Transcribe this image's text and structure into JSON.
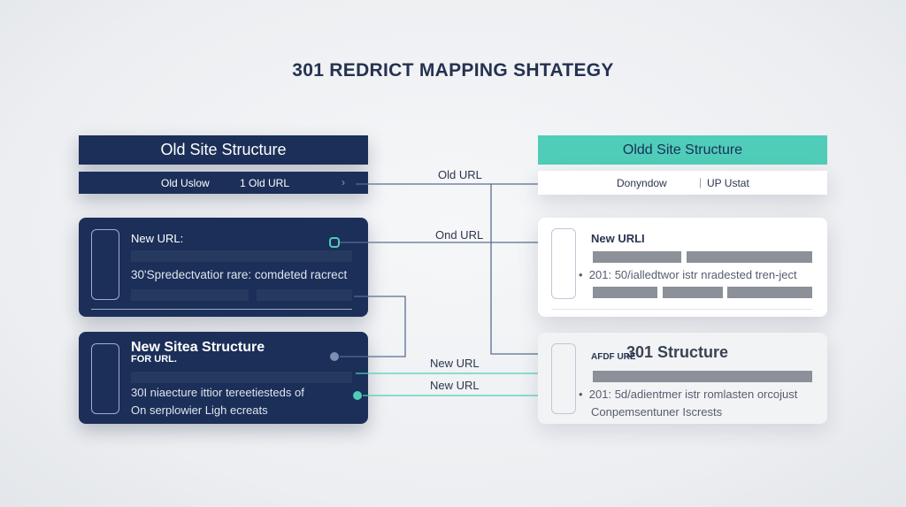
{
  "title": "301 REDRICT MAPPING SHTATEGY",
  "left": {
    "header": "Old Site Structure",
    "row": {
      "a": "Old Uslow",
      "b": "1 Old URL"
    },
    "card1": {
      "heading": "New URL:",
      "text": "30'Spredectvatior rare: comdeted racrect"
    },
    "card2": {
      "heading": "New Sitea Structure",
      "sub": "FOR URL.",
      "line1": "30I niaecture ittior tereetiesteds of",
      "line2": "On serplowier Ligh ecreats"
    }
  },
  "connectors": {
    "l1": "Old URL",
    "l2": "Ond URL",
    "l3": "New URL",
    "l4": "New URL"
  },
  "right": {
    "header": "Oldd Site Structure",
    "row": {
      "a": "Donyndow",
      "b": "UP Ustat"
    },
    "card1": {
      "heading": "New URLI",
      "text": "201: 50/ialledtwor istr nradested tren-ject"
    },
    "card2": {
      "heading": "301 Structure",
      "sub": "AFDF URE",
      "line1": "201: 5d/adientmer istr romlasten orcojust",
      "line2": "Conpemsentuner Iscrests"
    }
  },
  "colors": {
    "navy": "#1b2f58",
    "teal": "#4fcdb8",
    "line": "#5a6e8e"
  }
}
